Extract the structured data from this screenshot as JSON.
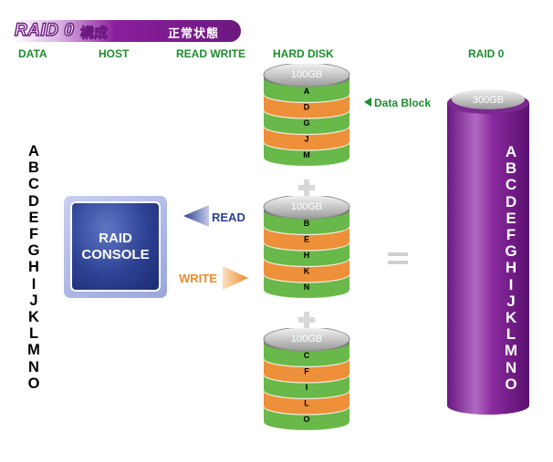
{
  "title": {
    "raid": "RAID 0",
    "kousei": "構成",
    "state": "正常状態"
  },
  "headers": {
    "data": "DATA",
    "host": "HOST",
    "read_write": "READ WRITE",
    "hard_disk": "HARD DISK",
    "raid0": "RAID 0"
  },
  "data_letters": [
    "A",
    "B",
    "C",
    "D",
    "E",
    "F",
    "G",
    "H",
    "I",
    "J",
    "K",
    "L",
    "M",
    "N",
    "O"
  ],
  "console": {
    "line1": "RAID",
    "line2": "CONSOLE"
  },
  "read_label": "READ",
  "write_label": "WRITE",
  "data_block_label": "Data Block",
  "disks": [
    {
      "capacity": "100GB",
      "blocks": [
        "A",
        "D",
        "G",
        "J",
        "M"
      ]
    },
    {
      "capacity": "100GB",
      "blocks": [
        "B",
        "E",
        "H",
        "K",
        "N"
      ]
    },
    {
      "capacity": "100GB",
      "blocks": [
        "C",
        "F",
        "I",
        "L",
        "O"
      ]
    }
  ],
  "raid0": {
    "capacity": "300GB",
    "letters": [
      "A",
      "B",
      "C",
      "D",
      "E",
      "F",
      "G",
      "H",
      "I",
      "J",
      "K",
      "L",
      "M",
      "N",
      "O"
    ]
  },
  "colors": {
    "green": "#1e8c2e",
    "disk_green": "#69b84a",
    "disk_orange": "#ee8f3a",
    "purple": "#7a1e8e",
    "navy": "#23358a",
    "read_blue": "#2b3f8f",
    "write_orange": "#ef8a2a"
  }
}
